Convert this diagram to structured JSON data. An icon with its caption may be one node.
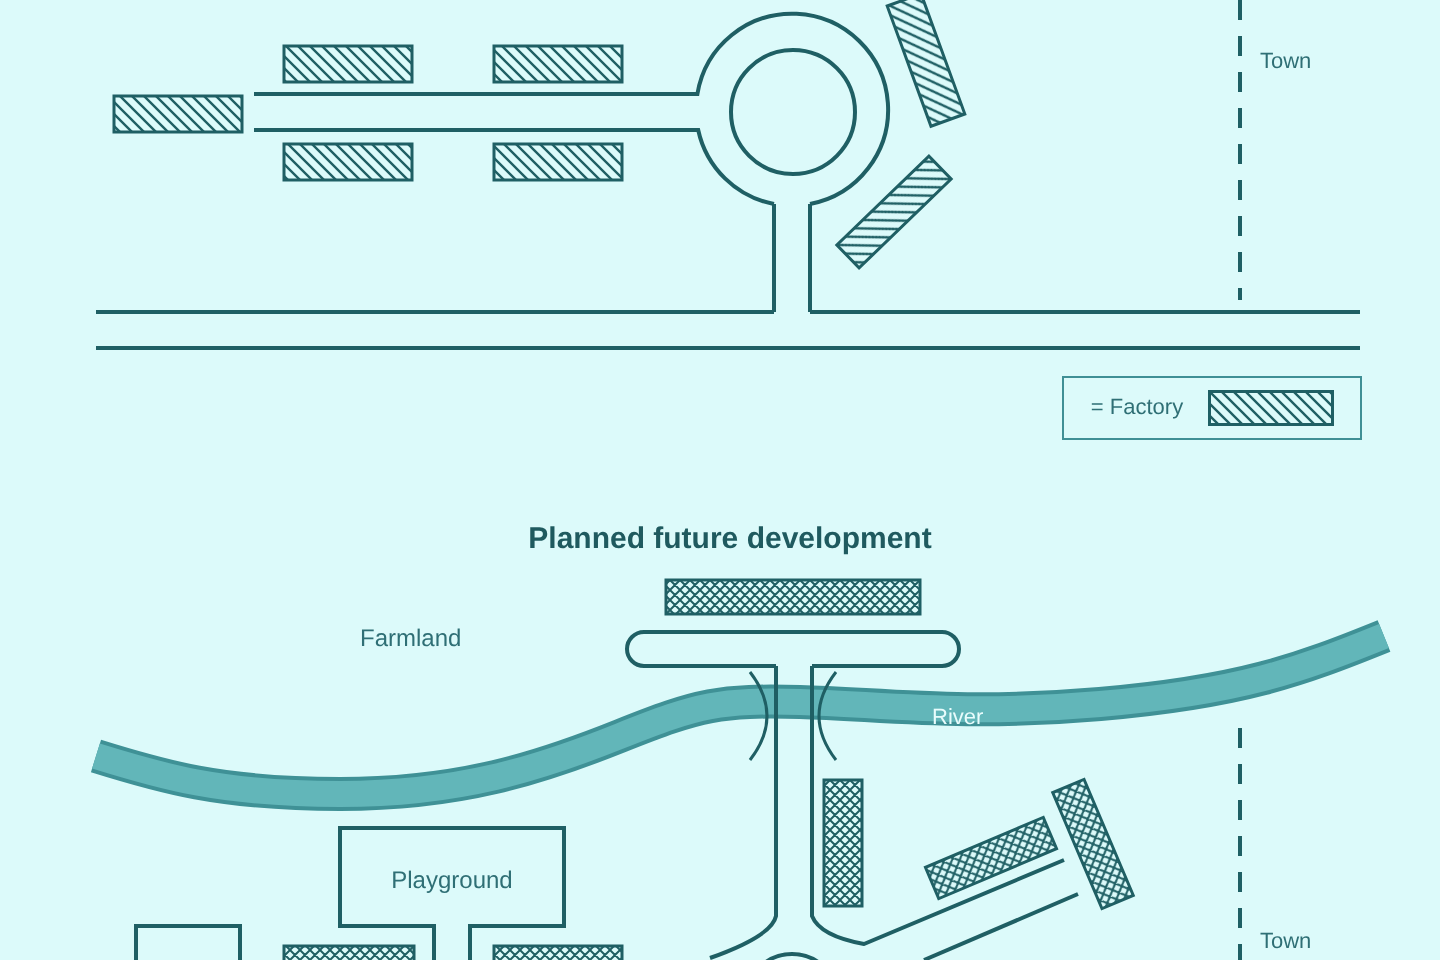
{
  "diagram": {
    "nodes": [
      {
        "text": [
          "Playground"
        ]
      },
      {
        "text": [],
        "shape": "box"
      }
    ],
    "labels": [
      "Town",
      "Planned future development",
      "Farmland",
      "River",
      "Town"
    ],
    "legend": [
      {
        "text": "= Factory"
      }
    ]
  }
}
